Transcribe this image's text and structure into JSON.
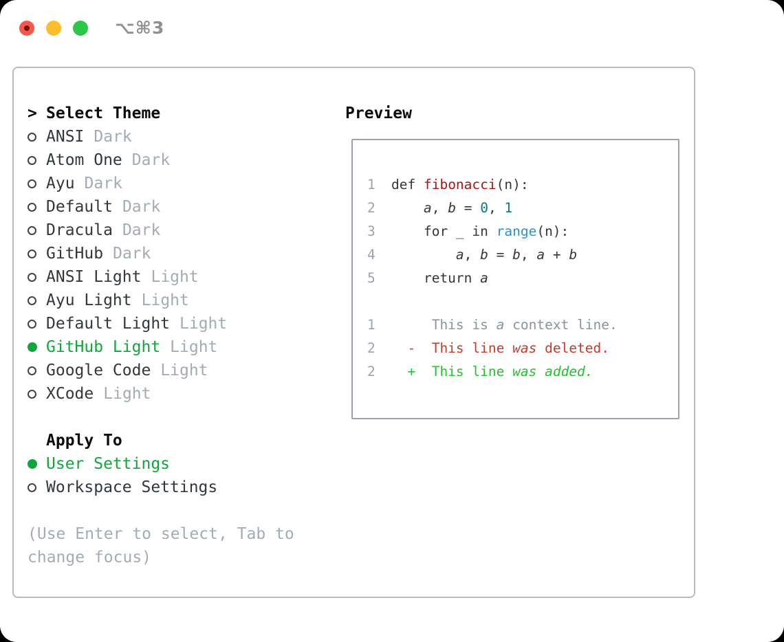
{
  "titlebar": {
    "shortcut_label": "⌥⌘3"
  },
  "theme_picker": {
    "header_prompt": ">",
    "header": "Select Theme",
    "themes": [
      {
        "name": "ANSI",
        "variant": "Dark",
        "selected": false
      },
      {
        "name": "Atom One",
        "variant": "Dark",
        "selected": false
      },
      {
        "name": "Ayu",
        "variant": "Dark",
        "selected": false
      },
      {
        "name": "Default",
        "variant": "Dark",
        "selected": false
      },
      {
        "name": "Dracula",
        "variant": "Dark",
        "selected": false
      },
      {
        "name": "GitHub",
        "variant": "Dark",
        "selected": false
      },
      {
        "name": "ANSI Light",
        "variant": "Light",
        "selected": false
      },
      {
        "name": "Ayu Light",
        "variant": "Light",
        "selected": false
      },
      {
        "name": "Default Light",
        "variant": "Light",
        "selected": false
      },
      {
        "name": "GitHub Light",
        "variant": "Light",
        "selected": true
      },
      {
        "name": "Google Code",
        "variant": "Light",
        "selected": false
      },
      {
        "name": "XCode",
        "variant": "Light",
        "selected": false
      }
    ],
    "apply_to": {
      "header": "Apply To",
      "options": [
        {
          "label": "User Settings",
          "selected": true
        },
        {
          "label": "Workspace Settings",
          "selected": false
        }
      ]
    },
    "help_text": "(Use Enter to select, Tab to change focus)"
  },
  "preview": {
    "header": "Preview",
    "lines": [
      {
        "num": "1",
        "kind": "code",
        "segs": [
          {
            "t": "def "
          },
          {
            "t": "fibonacci",
            "s": "func"
          },
          {
            "t": "(n):"
          }
        ]
      },
      {
        "num": "2",
        "kind": "code",
        "segs": [
          {
            "t": "    "
          },
          {
            "t": "a",
            "i": true
          },
          {
            "t": ", "
          },
          {
            "t": "b",
            "i": true
          },
          {
            "t": " = "
          },
          {
            "t": "0",
            "s": "numlit"
          },
          {
            "t": ", "
          },
          {
            "t": "1",
            "s": "numlit"
          }
        ]
      },
      {
        "num": "3",
        "kind": "code",
        "segs": [
          {
            "t": "    for _ in "
          },
          {
            "t": "range",
            "s": "builtin"
          },
          {
            "t": "(n):"
          }
        ]
      },
      {
        "num": "4",
        "kind": "code",
        "segs": [
          {
            "t": "        "
          },
          {
            "t": "a",
            "i": true
          },
          {
            "t": ", "
          },
          {
            "t": "b",
            "i": true
          },
          {
            "t": " = "
          },
          {
            "t": "b",
            "i": true
          },
          {
            "t": ", "
          },
          {
            "t": "a",
            "i": true
          },
          {
            "t": " + "
          },
          {
            "t": "b",
            "i": true
          }
        ]
      },
      {
        "num": "5",
        "kind": "code",
        "segs": [
          {
            "t": "    return "
          },
          {
            "t": "a",
            "i": true
          }
        ]
      },
      {
        "kind": "blank"
      },
      {
        "num": "1",
        "kind": "context",
        "segs": [
          {
            "t": "     This is "
          },
          {
            "t": "a",
            "i": true
          },
          {
            "t": " context line."
          }
        ]
      },
      {
        "num": "2",
        "kind": "deleted",
        "segs": [
          {
            "t": "  -  This line "
          },
          {
            "t": "was",
            "i": true
          },
          {
            "t": " deleted."
          }
        ]
      },
      {
        "num": "2",
        "kind": "added",
        "segs": [
          {
            "t": "  +  This line "
          },
          {
            "t": "was",
            "i": true
          },
          {
            "t": " "
          },
          {
            "t": "added.",
            "i": true
          }
        ]
      }
    ]
  },
  "colors": {
    "heading": "#0b0b0c",
    "text": "#32373d",
    "muted": "#a3abb6",
    "lineno": "#9aa3ae",
    "ctx_gray": "#8a929c",
    "accent_green": "#10a63c",
    "diff_red": "#c43b2a",
    "diff_green": "#23c12e",
    "func_red": "#a81414",
    "builtin_blue": "#2496c8",
    "num_teal": "#0c7680",
    "panel_border": "#b4bbc4",
    "preview_border": "#9aa3ad",
    "radio_ring": "#3c434b",
    "tl_red": "#f4574c",
    "tl_red_dot": "#7a100a",
    "tl_yellow": "#fbbe2e",
    "tl_green": "#2ec648",
    "title_gray": "#8e9094"
  }
}
